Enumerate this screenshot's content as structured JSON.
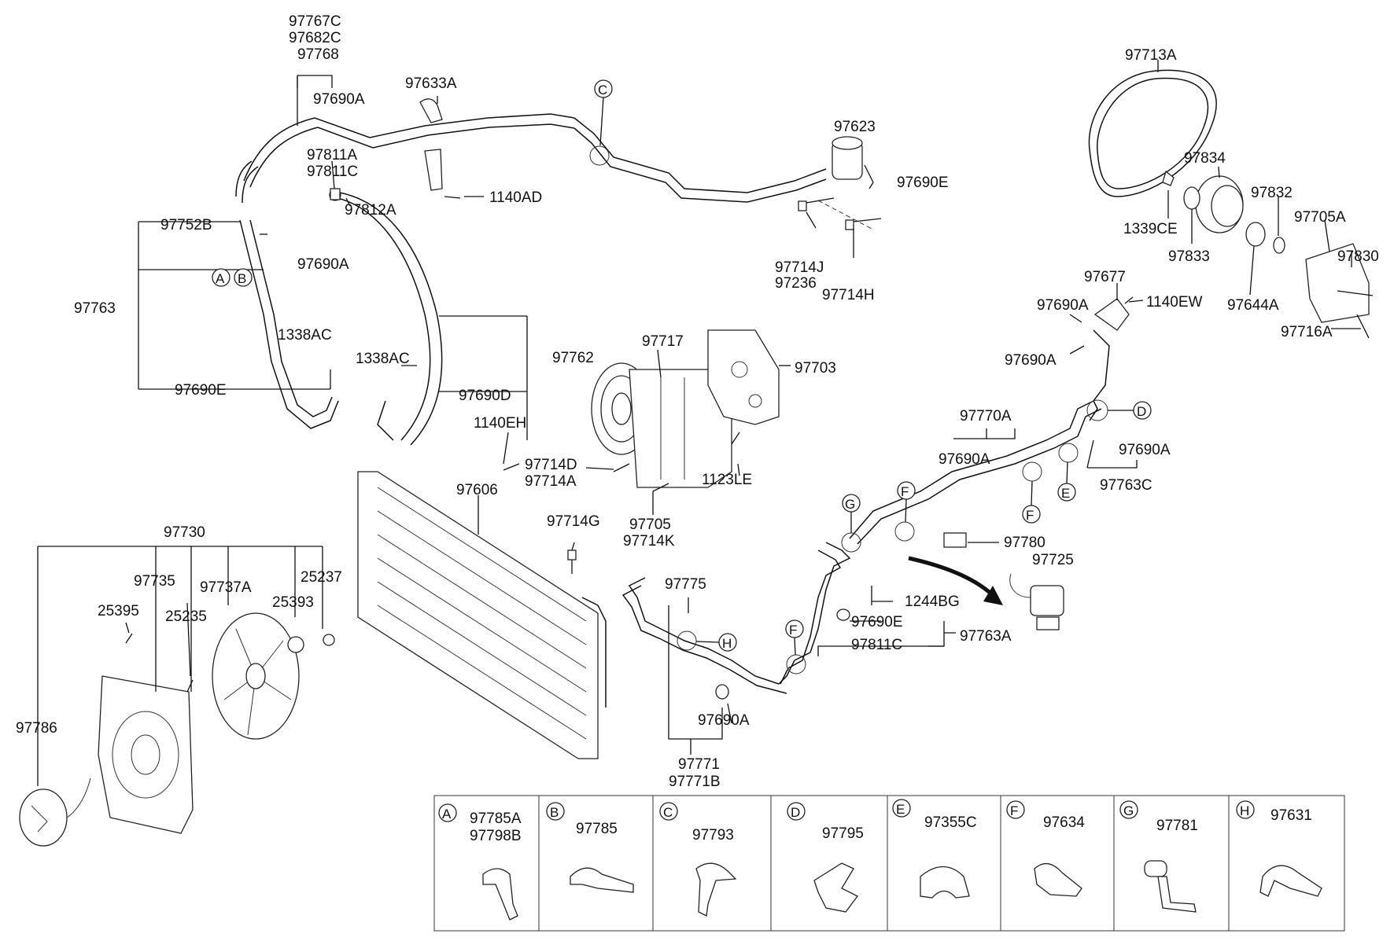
{
  "labels": {
    "p97767C": "97767C",
    "p97682C": "97682C",
    "p97768": "97768",
    "p97690A_1": "97690A",
    "p97633A": "97633A",
    "p97811A": "97811A",
    "p97811C_1": "97811C",
    "p1140AD": "1140AD",
    "p97812A": "97812A",
    "p97752B": "97752B",
    "p97690A_2": "97690A",
    "p97763": "97763",
    "p1338AC_1": "1338AC",
    "p1338AC_2": "1338AC",
    "p97690E_1": "97690E",
    "p97690D": "97690D",
    "p97762": "97762",
    "p97623": "97623",
    "p97690E_2": "97690E",
    "p97714J": "97714J",
    "p97236": "97236",
    "p97714H": "97714H",
    "p97713A": "97713A",
    "p97834": "97834",
    "p97832": "97832",
    "p1339CE": "1339CE",
    "p97833": "97833",
    "p97705A": "97705A",
    "p97830": "97830",
    "p97644A": "97644A",
    "p97716A": "97716A",
    "p97677": "97677",
    "p97690A_3": "97690A",
    "p1140EW": "1140EW",
    "p97690A_4": "97690A",
    "p97717": "97717",
    "p97703": "97703",
    "p1140EH": "1140EH",
    "p97714D": "97714D",
    "p97714A": "97714A",
    "p1123LE": "1123LE",
    "p97705": "97705",
    "p97714K": "97714K",
    "p97606": "97606",
    "p97714G": "97714G",
    "p97770A": "97770A",
    "p97690A_5": "97690A",
    "p97690A_6": "97690A",
    "p97763C": "97763C",
    "p97780": "97780",
    "p97725": "97725",
    "p1244BG": "1244BG",
    "p97690E_3": "97690E",
    "p97811C_2": "97811C",
    "p97763A": "97763A",
    "p97775": "97775",
    "p97690A_7": "97690A",
    "p97771": "97771",
    "p97771B": "97771B",
    "p97730": "97730",
    "p97735": "97735",
    "p97737A": "97737A",
    "p25237": "25237",
    "p25395": "25395",
    "p25235": "25235",
    "p25393": "25393",
    "p97786": "97786"
  },
  "callouts": {
    "A": "A",
    "B": "B",
    "C": "C",
    "D": "D",
    "E": "E",
    "F": "F",
    "G": "G",
    "H": "H"
  },
  "legend": [
    {
      "letter": "A",
      "parts": [
        "97785A",
        "97798B"
      ]
    },
    {
      "letter": "B",
      "parts": [
        "97785"
      ]
    },
    {
      "letter": "C",
      "parts": [
        "97793"
      ]
    },
    {
      "letter": "D",
      "parts": [
        "97795"
      ]
    },
    {
      "letter": "E",
      "parts": [
        "97355C"
      ]
    },
    {
      "letter": "F",
      "parts": [
        "97634"
      ]
    },
    {
      "letter": "G",
      "parts": [
        "97781"
      ]
    },
    {
      "letter": "H",
      "parts": [
        "97631"
      ]
    }
  ]
}
